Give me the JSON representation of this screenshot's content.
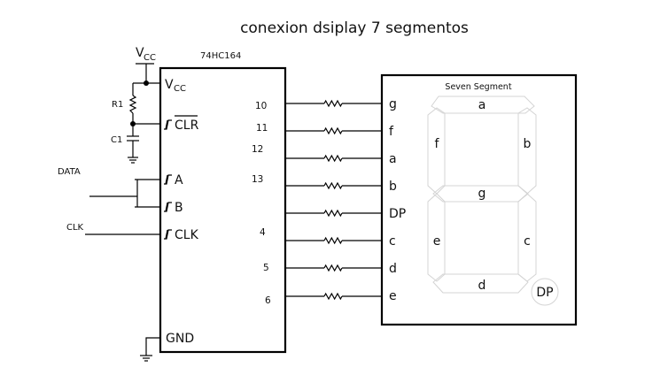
{
  "title": "conexion dsiplay 7 segmentos",
  "ic": {
    "part_number": "74HC164",
    "vcc_top_label": "V",
    "vcc_top_sub": "CC",
    "pins_left": [
      {
        "name": "vcc",
        "label": "V",
        "sub": "CC",
        "schmitt": false
      },
      {
        "name": "clr",
        "label": "CLR",
        "overbar": true,
        "schmitt": true
      },
      {
        "name": "a",
        "label": "A",
        "schmitt": true
      },
      {
        "name": "b",
        "label": "B",
        "schmitt": true
      },
      {
        "name": "clk",
        "label": "CLK",
        "schmitt": true
      },
      {
        "name": "gnd",
        "label": "GND",
        "schmitt": false
      }
    ],
    "pin_numbers": [
      "10",
      "11",
      "12",
      "13",
      "4",
      "5",
      "6"
    ]
  },
  "components": {
    "r1": "R1",
    "c1": "C1"
  },
  "inputs": {
    "data": "DATA",
    "clk": "CLK"
  },
  "display": {
    "title": "Seven Segment",
    "inputs": [
      "g",
      "f",
      "a",
      "b",
      "DP",
      "c",
      "d",
      "e"
    ],
    "segments": {
      "a": "a",
      "b": "b",
      "c": "c",
      "d": "d",
      "e": "e",
      "f": "f",
      "g": "g",
      "dp": "DP"
    }
  }
}
